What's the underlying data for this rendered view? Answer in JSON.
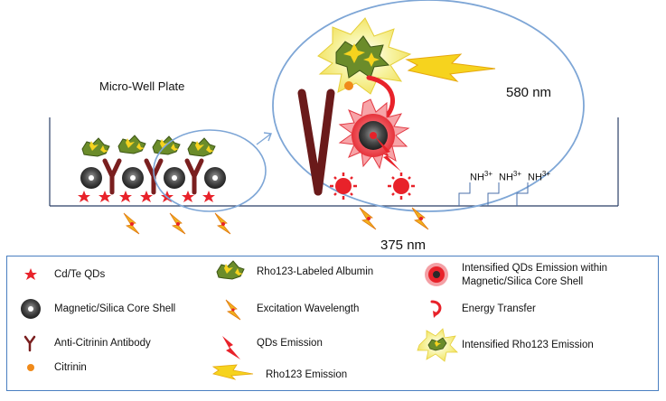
{
  "diagram": {
    "title_label": "Micro-Well Plate",
    "wavelength_emission": "580 nm",
    "wavelength_excitation": "375 nm",
    "amine_label": "NH",
    "amine_charge": "3+"
  },
  "legend": {
    "items": [
      {
        "label": "Cd/Te QDs"
      },
      {
        "label": "Magnetic/Silica Core Shell"
      },
      {
        "label": "Anti-Citrinin Antibody"
      },
      {
        "label": "Citrinin"
      },
      {
        "label": "Rho123-Labeled Albumin"
      },
      {
        "label": "Excitation Wavelength"
      },
      {
        "label": "QDs Emission"
      },
      {
        "label": "Rho123 Emission"
      },
      {
        "label": "Intensified QDs Emission within Magnetic/Silica Core Shell"
      },
      {
        "label": "Energy Transfer"
      },
      {
        "label": "Intensified Rho123 Emission"
      }
    ]
  },
  "colors": {
    "qd_red": "#e8222a",
    "antibody": "#7a1f1f",
    "core_dark": "#3a3a3a",
    "albumin_green": "#6b8c2a",
    "yellow": "#f6d31e",
    "orange": "#f08a1a",
    "circle_blue": "#7ea6d6"
  }
}
